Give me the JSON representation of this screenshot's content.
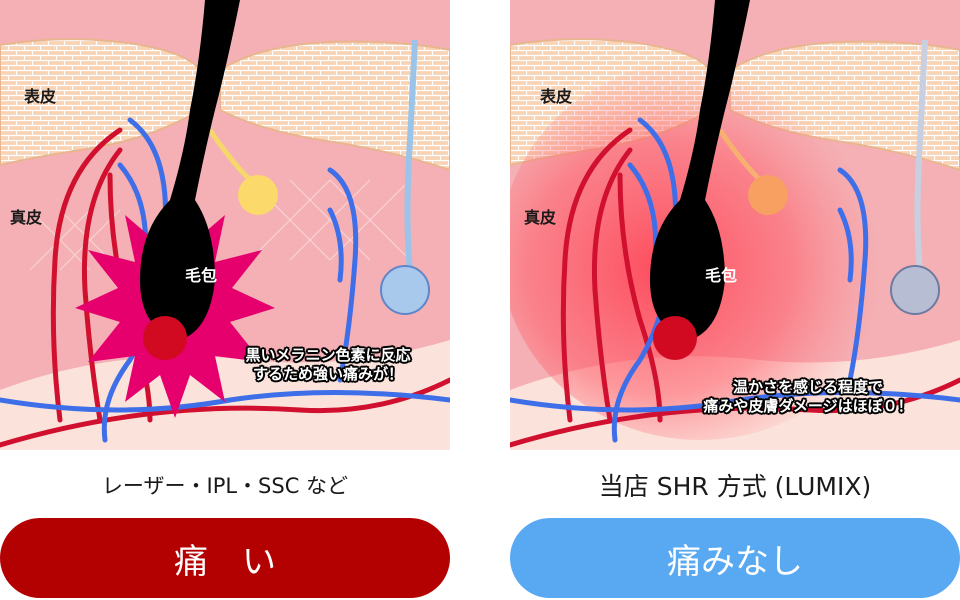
{
  "colors": {
    "epidermis": "#f8d3b4",
    "dermis": "#f3a4aa",
    "artery": "#e0103a",
    "vein": "#3a6fe0",
    "hair": "#000000",
    "laser_burst": "#e6006e",
    "painful_pill": "#b30000",
    "painless_pill": "#58a8f2"
  },
  "left": {
    "label_epidermis": "表皮",
    "label_dermis": "真皮",
    "label_follicle": "毛包",
    "callout_line1": "黒いメラニン色素に反応",
    "callout_line2": "するため強い痛みが！",
    "method": "レーザー・IPL・SSC など",
    "verdict": "痛　い"
  },
  "right": {
    "label_epidermis": "表皮",
    "label_dermis": "真皮",
    "label_follicle": "毛包",
    "callout_line1": "温かさを感じる程度で",
    "callout_line2": "痛みや皮膚ダメージはほぼ０！",
    "method": "当店 SHR 方式 (LUMIX)",
    "verdict": "痛みなし"
  }
}
